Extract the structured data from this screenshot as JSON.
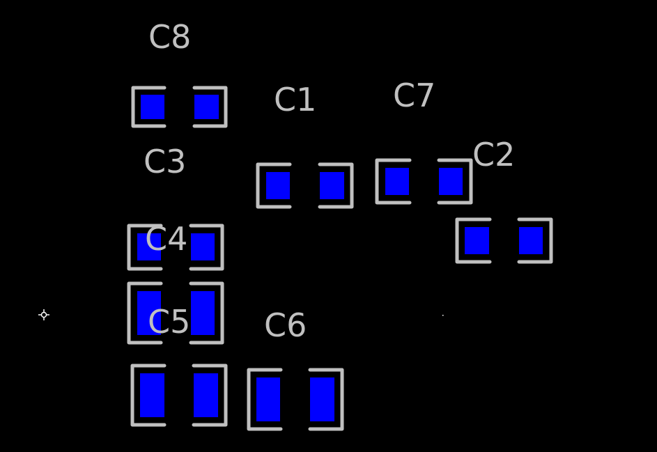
{
  "view": "PCB layout - top layer",
  "colors": {
    "background": "#000000",
    "pad": "#0000ff",
    "silkscreen": "#c0c0c0",
    "origin_marker": "#ffffff"
  },
  "components": [
    {
      "ref": "C8",
      "package": "small"
    },
    {
      "ref": "C1",
      "package": "small"
    },
    {
      "ref": "C7",
      "package": "small"
    },
    {
      "ref": "C2",
      "package": "small"
    },
    {
      "ref": "C3",
      "package": "small"
    },
    {
      "ref": "C4",
      "package": "small"
    },
    {
      "ref": "C5",
      "package": "large"
    },
    {
      "ref": "C6",
      "package": "large"
    }
  ],
  "markers": [
    {
      "name": "origin-marker",
      "icon": "crosshair-icon"
    },
    {
      "name": "cursor-dot",
      "icon": "dot-icon"
    }
  ]
}
